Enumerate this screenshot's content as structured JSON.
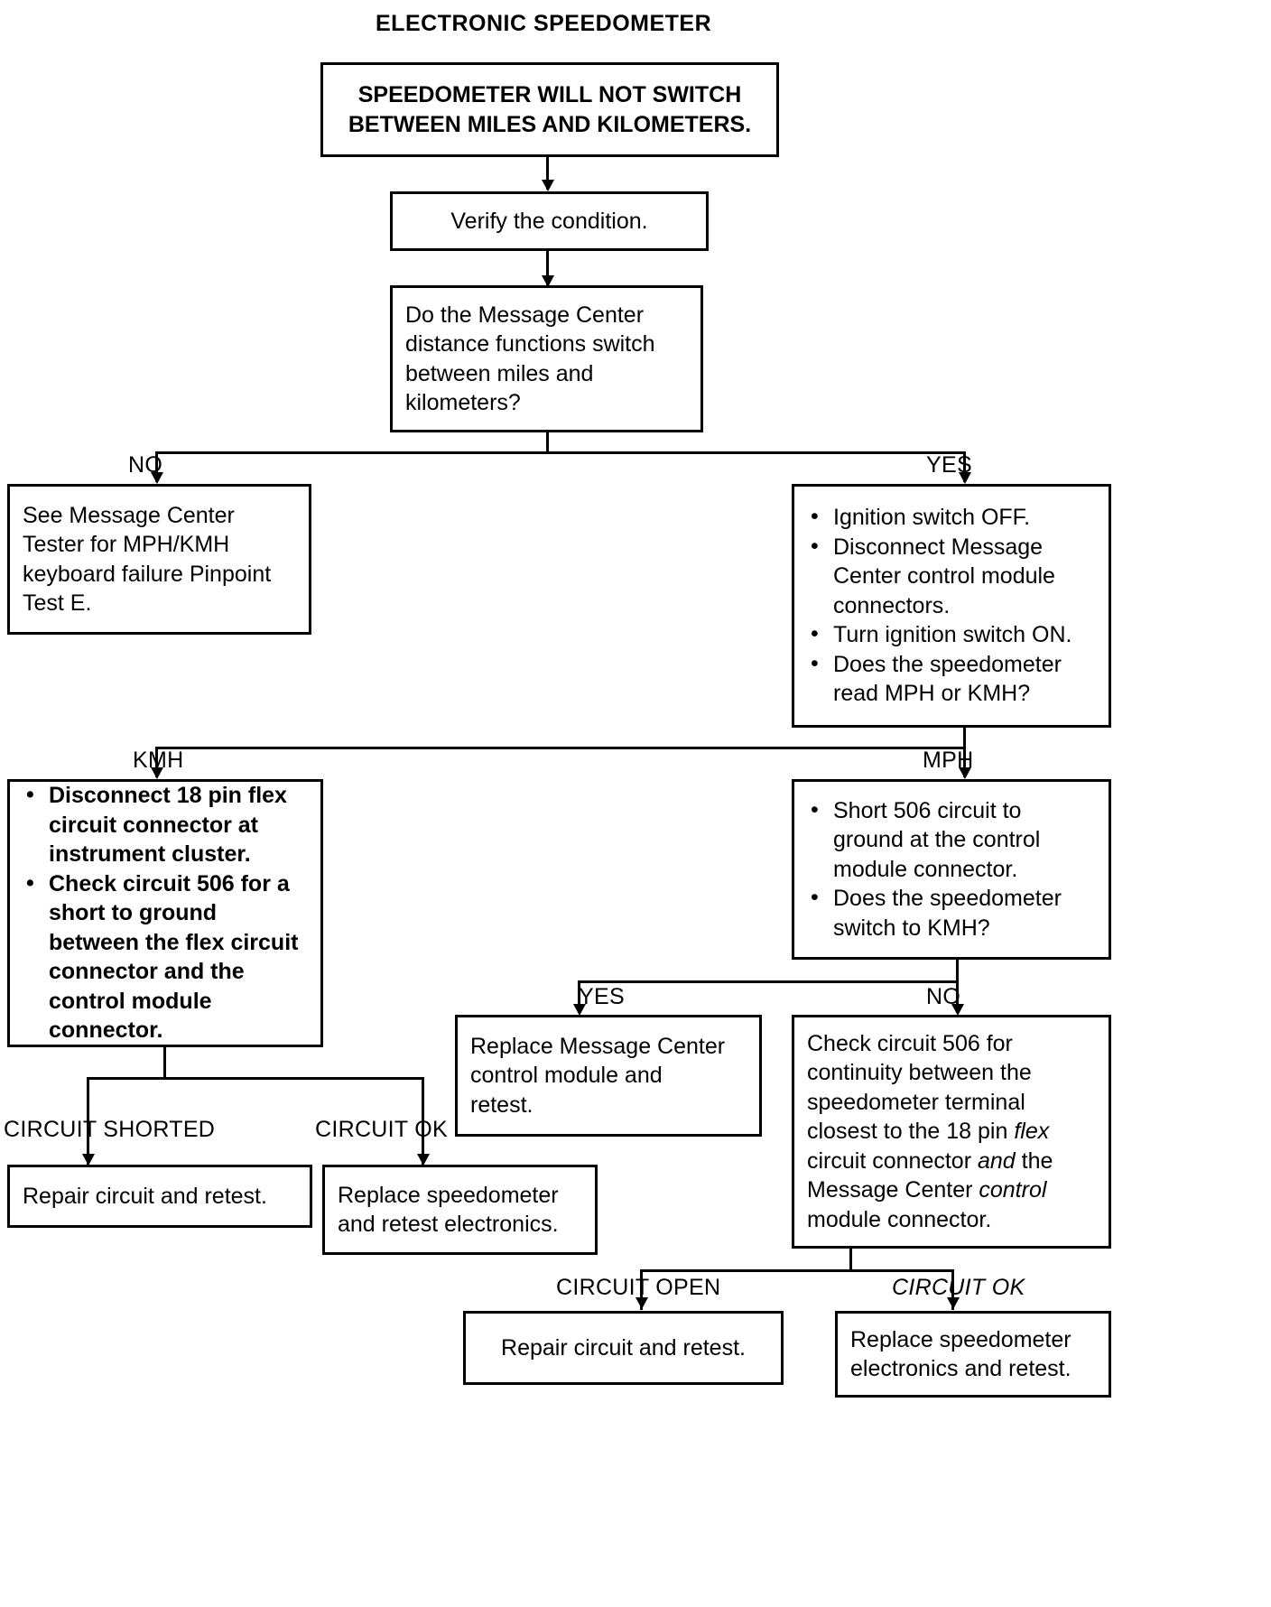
{
  "title": "ELECTRONIC SPEEDOMETER",
  "nodes": {
    "symptom": {
      "line1": "SPEEDOMETER WILL NOT SWITCH",
      "line2": "BETWEEN MILES AND KILOMETERS."
    },
    "verify": {
      "text": "Verify the condition."
    },
    "question1": {
      "line1": "Do the Message Center",
      "line2": "distance functions switch",
      "line3": "between miles and",
      "line4": "kilometers?"
    },
    "see_tester": {
      "line1": "See Message Center",
      "line2": "Tester for MPH/KMH",
      "line3": "keyboard failure Pinpoint",
      "line4": "Test E."
    },
    "ignition_steps": {
      "bullets": [
        "Ignition switch OFF.",
        "Disconnect Message Center control module connectors.",
        "Turn ignition switch ON.",
        "Does the speedometer read MPH or KMH?"
      ]
    },
    "kmh_branch": {
      "bullets": [
        "Disconnect 18 pin flex circuit connector at instrument cluster.",
        "Check circuit 506 for a short to ground between the flex circuit connector and the control module connector."
      ]
    },
    "mph_branch": {
      "bullets": [
        "Short 506 circuit to ground at the control module connector.",
        "Does the speedometer switch to KMH?"
      ]
    },
    "replace_module": {
      "line1": "Replace Message Center",
      "line2": "control module and",
      "line3": "retest."
    },
    "check_continuity": {
      "line1": "Check circuit 506 for",
      "line2": "continuity between the",
      "line3": "speedometer terminal",
      "line4_a": "closest to the 18 pin ",
      "line4_b": "flex",
      "line5_a": "circuit connector ",
      "line5_b": "and",
      "line5_c": " the",
      "line6_a": "Message Center ",
      "line6_b": "control",
      "line7": "module connector."
    },
    "repair_retest_left": {
      "text": "Repair circuit and retest."
    },
    "replace_speedo_left": {
      "line1": "Replace speedometer",
      "line2": "and retest electronics."
    },
    "repair_retest_bottom": {
      "text": "Repair circuit and retest."
    },
    "replace_speedo_bottom": {
      "line1": "Replace speedometer",
      "line2": "electronics and retest."
    }
  },
  "labels": {
    "no_1": "NO",
    "yes_1": "YES",
    "kmh": "KMH",
    "mph": "MPH",
    "yes_2": "YES",
    "no_2": "NO",
    "circuit_shorted": "CIRCUIT SHORTED",
    "circuit_ok_left": "CIRCUIT OK",
    "circuit_open": "CIRCUIT OPEN",
    "circuit_ok_bottom": "CIRCUIT OK"
  }
}
